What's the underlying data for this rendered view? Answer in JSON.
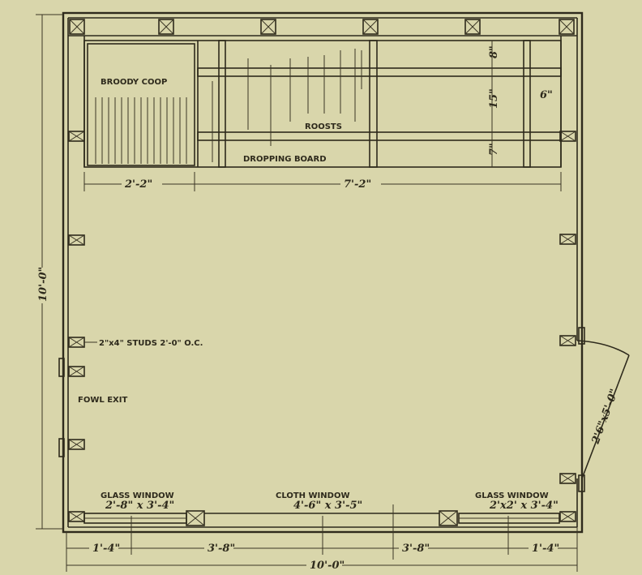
{
  "labels": {
    "broody_coop": "BROODY COOP",
    "roosts": "ROOSTS",
    "dropping_board": "DROPPING BOARD",
    "studs": "2\"x4\" STUDS 2'-0\" O.C.",
    "fowl_exit": "FOWL EXIT",
    "glass_window_left": "GLASS WINDOW",
    "glass_window_left_size": "2'-8\" x 3'-4\"",
    "cloth_window": "CLOTH WINDOW",
    "cloth_window_size": "4'-6\" x 3'-5\"",
    "glass_window_right": "GLASS WINDOW",
    "glass_window_right_size": "2'x2' x 3'-4\"",
    "door": "2'6\"x5'-0\""
  },
  "dimensions": {
    "overall_depth": "10'-0\"",
    "overall_width": "10'-0\"",
    "broody_width": "2'-2\"",
    "roost_width": "7'-2\"",
    "roost_spacing_top": "8\"",
    "roost_spacing_mid": "15\"",
    "roost_spacing_bottom": "7\"",
    "roost_end": "6\"",
    "bottom_1": "1'-4\"",
    "bottom_2": "3'-8\"",
    "bottom_3": "3'-8\"",
    "bottom_4": "1'-4\""
  },
  "colors": {
    "paper": "#d9d6ab",
    "ink": "#2e2a1c"
  }
}
